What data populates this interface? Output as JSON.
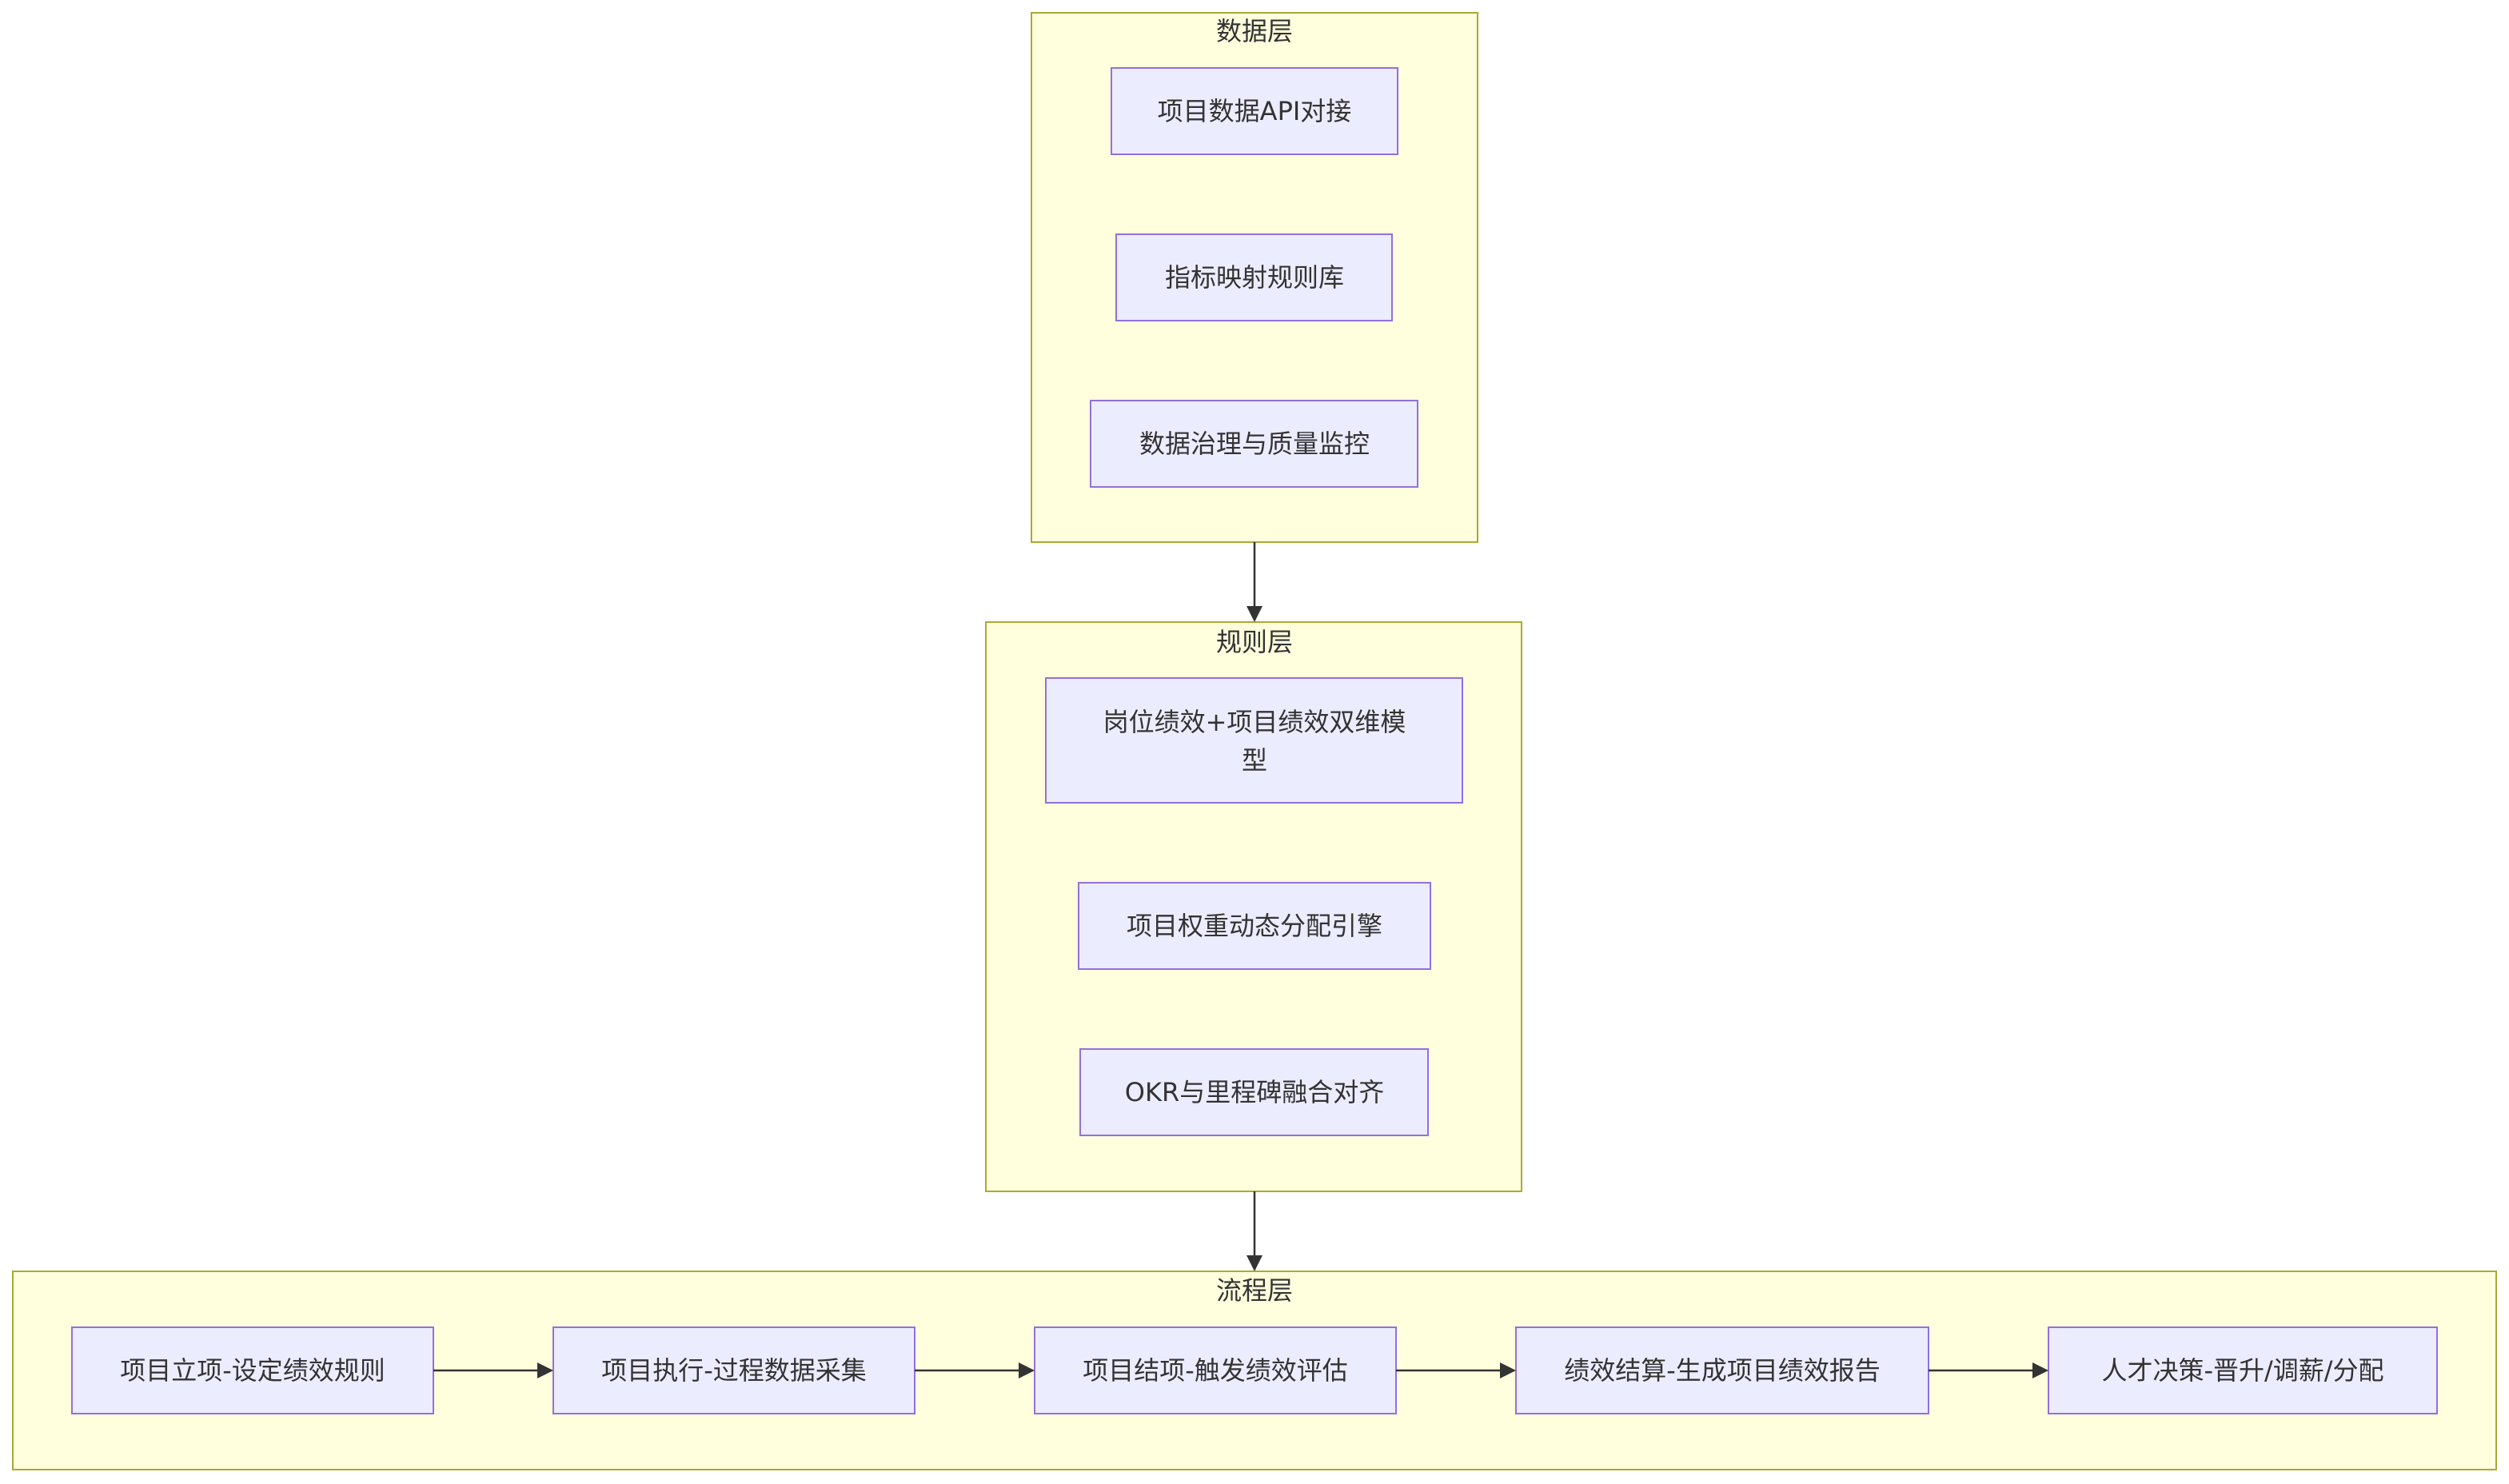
{
  "layers": {
    "data": {
      "title": "数据层",
      "nodes": [
        "项目数据API对接",
        "指标映射规则库",
        "数据治理与质量监控"
      ]
    },
    "rule": {
      "title": "规则层",
      "nodes": [
        "岗位绩效+项目绩效双维模",
        "型",
        "项目权重动态分配引擎",
        "OKR与里程碑融合对齐"
      ]
    },
    "process": {
      "title": "流程层",
      "nodes": [
        "项目立项-设定绩效规则",
        "项目执行-过程数据采集",
        "项目结项-触发绩效评估",
        "绩效结算-生成项目绩效报告",
        "人才决策-晋升/调薪/分配"
      ]
    }
  },
  "colors": {
    "cluster_fill": "#ffffde",
    "cluster_stroke": "#aaaa33",
    "node_fill": "#ececff",
    "node_stroke": "#9370db",
    "edge": "#333333"
  }
}
